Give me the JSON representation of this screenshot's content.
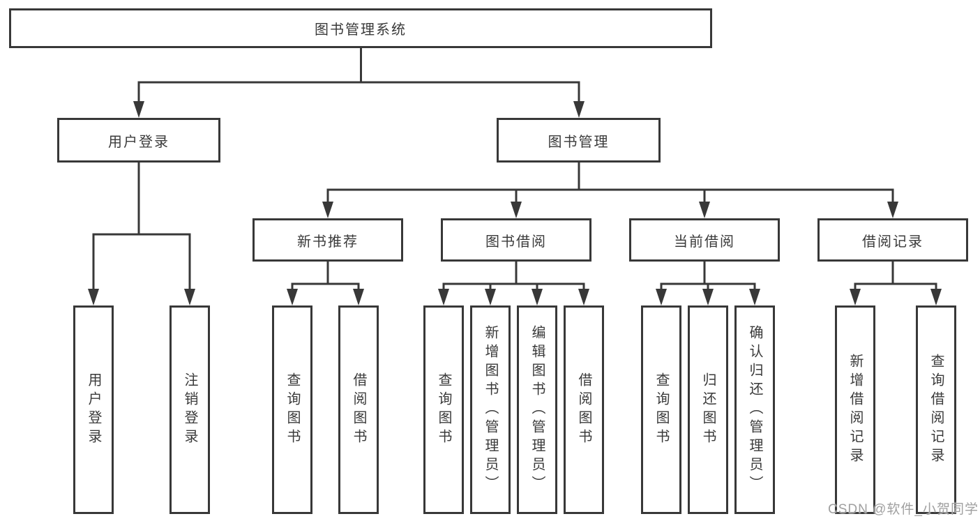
{
  "diagram": {
    "type": "hierarchy-tree",
    "orientation": "top-down"
  },
  "tree": {
    "label": "图书管理系统",
    "children": [
      {
        "label": "用户登录",
        "children": [
          {
            "label": "用户登录"
          },
          {
            "label": "注销登录"
          }
        ]
      },
      {
        "label": "图书管理",
        "children": [
          {
            "label": "新书推荐",
            "children": [
              {
                "label": "查询图书"
              },
              {
                "label": "借阅图书"
              }
            ]
          },
          {
            "label": "图书借阅",
            "children": [
              {
                "label": "查询图书"
              },
              {
                "label": "新增图书（管理员）"
              },
              {
                "label": "编辑图书（管理员）"
              },
              {
                "label": "借阅图书"
              }
            ]
          },
          {
            "label": "当前借阅",
            "children": [
              {
                "label": "查询图书"
              },
              {
                "label": "归还图书"
              },
              {
                "label": "确认归还（管理员）"
              }
            ]
          },
          {
            "label": "借阅记录",
            "children": [
              {
                "label": "新增借阅记录"
              },
              {
                "label": "查询借阅记录"
              }
            ]
          }
        ]
      }
    ]
  },
  "watermark": {
    "text": "CSDN @软件_小贺同学"
  },
  "colors": {
    "line": "#383838",
    "border": "#383838",
    "text": "#3a3a3a",
    "background": "#ffffff",
    "watermark": "#a0a0a0"
  }
}
